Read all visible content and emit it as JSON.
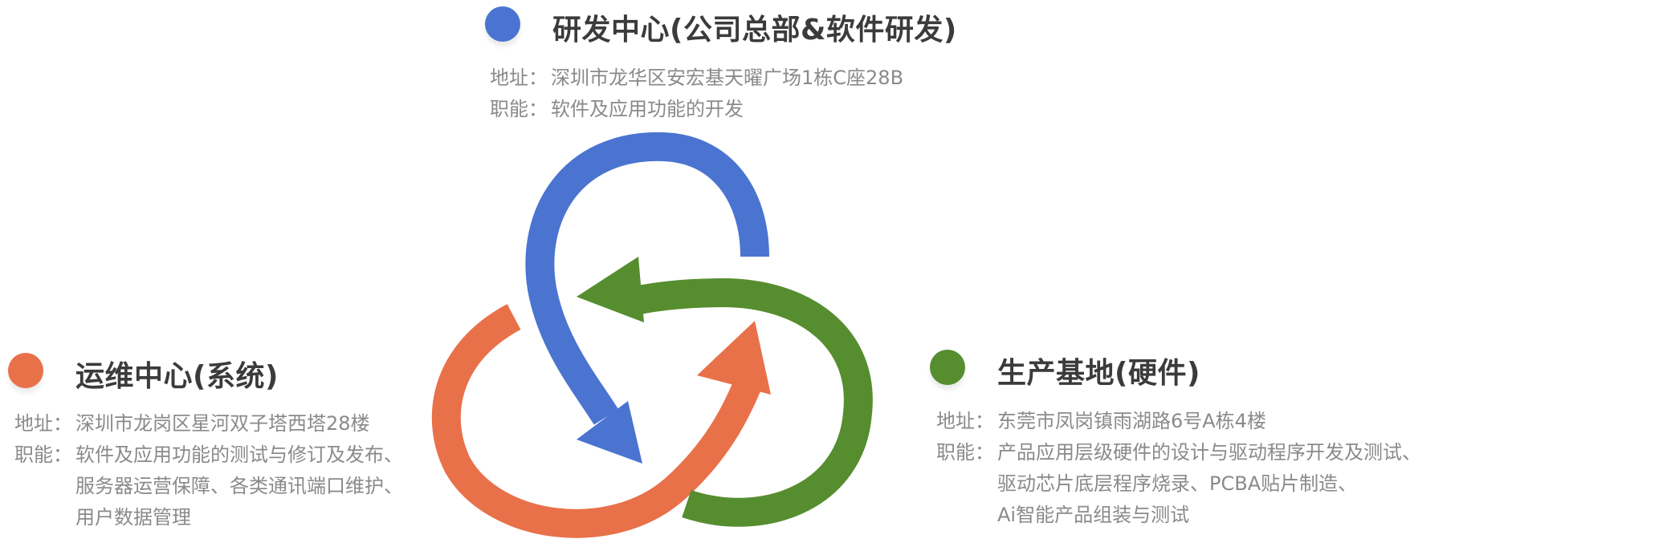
{
  "colors": {
    "blue": "#4a74d0",
    "orange": "#e8714a",
    "green": "#568d2f",
    "title": "#3b3b3b",
    "text": "#8a8a8a"
  },
  "centers": {
    "rd": {
      "title": "研发中心(公司总部&软件研发)",
      "address_label": "地址：",
      "address": "深圳市龙华区安宏基天曜广场1栋C座28B",
      "function_label": "职能：",
      "function_lines": [
        "软件及应用功能的开发"
      ]
    },
    "ops": {
      "title": "运维中心(系统)",
      "address_label": "地址：",
      "address": "深圳市龙岗区星河双子塔西塔28楼",
      "function_label": "职能：",
      "function_lines": [
        "软件及应用功能的测试与修订及发布、",
        "服务器运营保障、各类通讯端口维护、",
        "用户数据管理"
      ]
    },
    "prod": {
      "title": "生产基地(硬件)",
      "address_label": "地址：",
      "address": "东莞市凤岗镇雨湖路6号A栋4楼",
      "function_label": "职能：",
      "function_lines": [
        "产品应用层级硬件的设计与驱动程序开发及测试、",
        "驱动芯片底层程序烧录、PCBA贴片制造、",
        "Ai智能产品组装与测试"
      ]
    }
  }
}
